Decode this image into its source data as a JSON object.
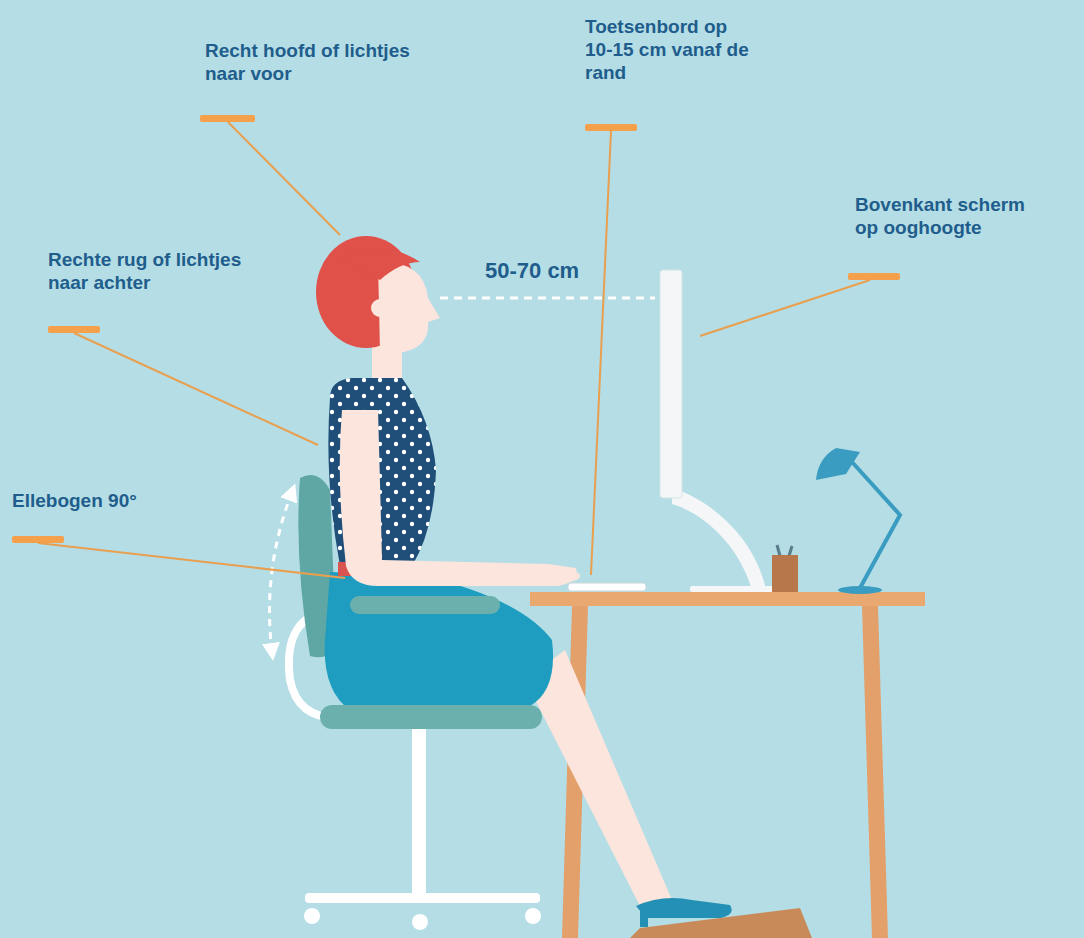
{
  "diagram": {
    "labels": [
      "Recht hoofd of lichtjes naar voor",
      "Toetsenbord op 10-15 cm vanaf de rand",
      "Bovenkant scherm op ooghoogte",
      "Rechte rug of lichtjes naar achter",
      "50-70 cm",
      "Ellebogen 90°"
    ]
  }
}
